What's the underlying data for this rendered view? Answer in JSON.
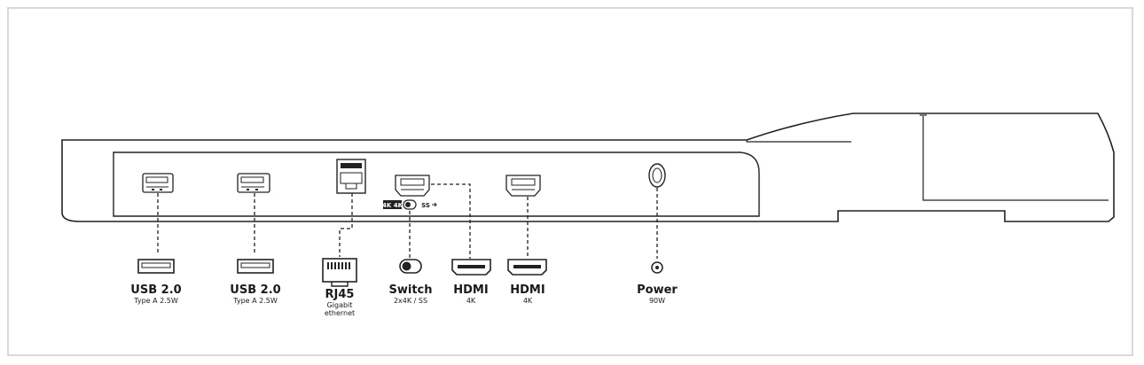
{
  "ports": [
    {
      "id": "usb1",
      "name": "USB 2.0",
      "sub": [
        "Type A 2.5W"
      ],
      "icon": "usb-a-icon"
    },
    {
      "id": "usb2",
      "name": "USB 2.0",
      "sub": [
        "Type A 2.5W"
      ],
      "icon": "usb-a-icon"
    },
    {
      "id": "rj45",
      "name": "RJ45",
      "sub": [
        "Gigabit",
        "ethernet"
      ],
      "icon": "ethernet-icon"
    },
    {
      "id": "switch",
      "name": "Switch",
      "sub": [
        "2x4K / SS"
      ],
      "icon": "toggle-switch-icon"
    },
    {
      "id": "hdmi1",
      "name": "HDMI",
      "sub": [
        "4K"
      ],
      "icon": "hdmi-icon"
    },
    {
      "id": "hdmi2",
      "name": "HDMI",
      "sub": [
        "4K"
      ],
      "icon": "hdmi-icon"
    },
    {
      "id": "power",
      "name": "Power",
      "sub": [
        "90W"
      ],
      "icon": "dc-power-icon"
    }
  ],
  "switch_legend": {
    "left": "4K 4K",
    "right": "SS"
  },
  "colors": {
    "line": "#222222",
    "frame": "#d9d9d9"
  }
}
